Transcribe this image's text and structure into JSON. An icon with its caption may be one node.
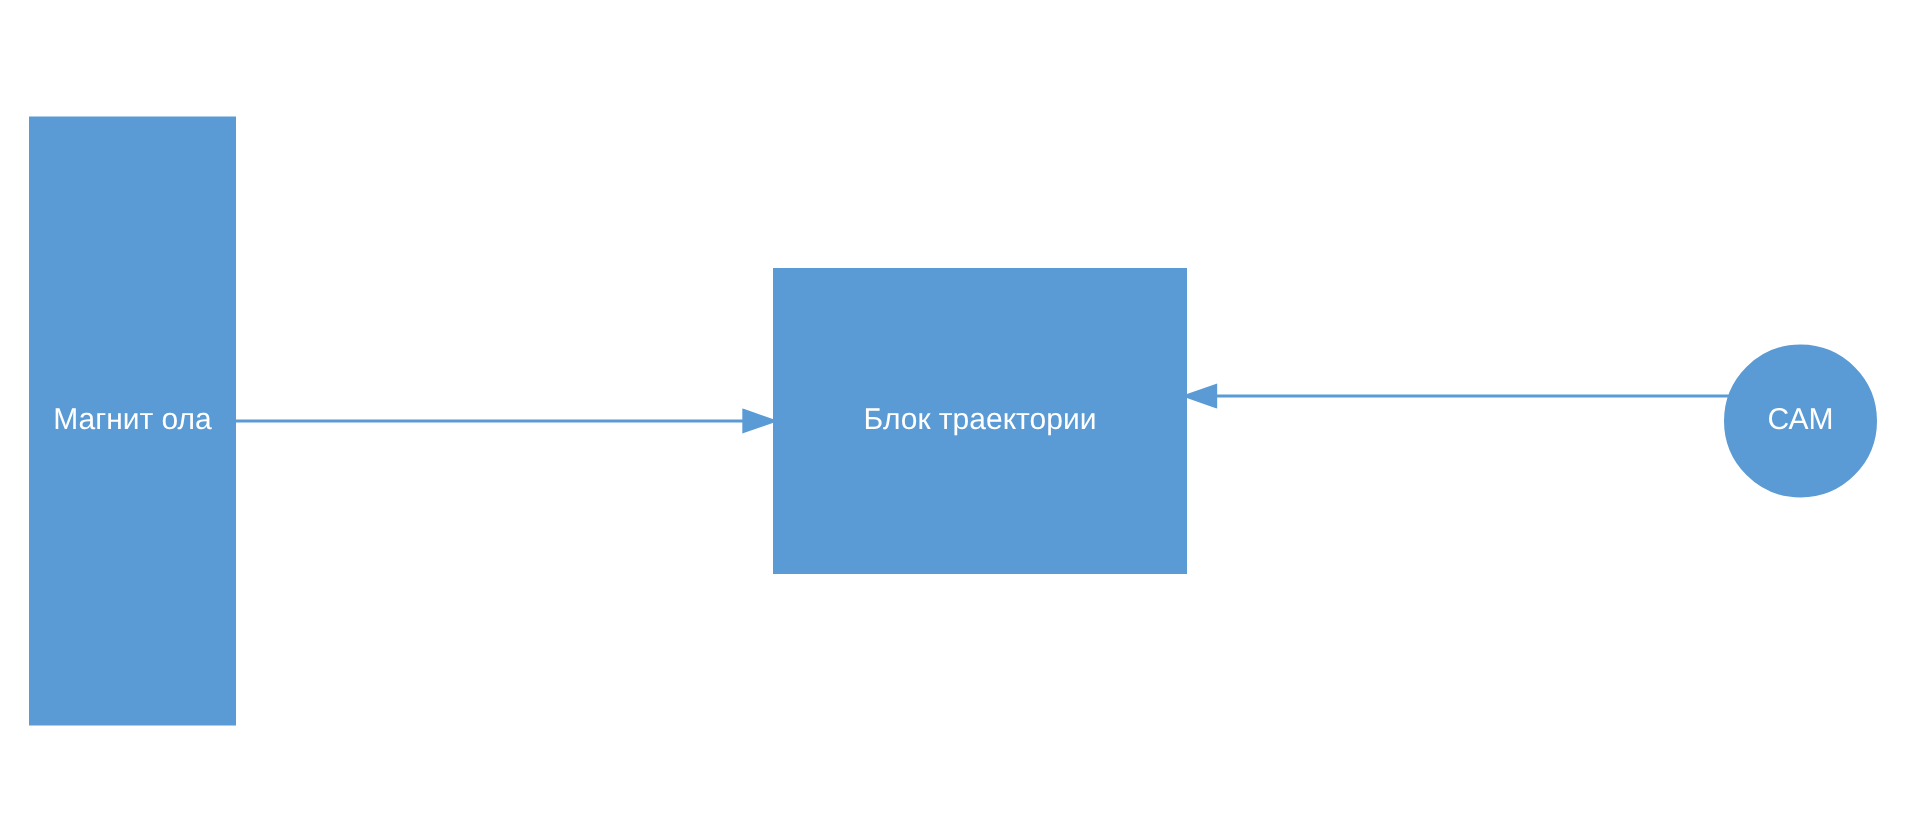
{
  "diagram": {
    "nodes": [
      {
        "text": [
          "Магнит ола"
        ]
      },
      {
        "text": [
          "Блок траектории"
        ]
      },
      {
        "text": [
          "САМ"
        ]
      }
    ],
    "edges": [
      {
        "from": 0,
        "to": 1,
        "arrow": "to"
      },
      {
        "from": 2,
        "to": 1,
        "arrow": "to"
      }
    ]
  }
}
